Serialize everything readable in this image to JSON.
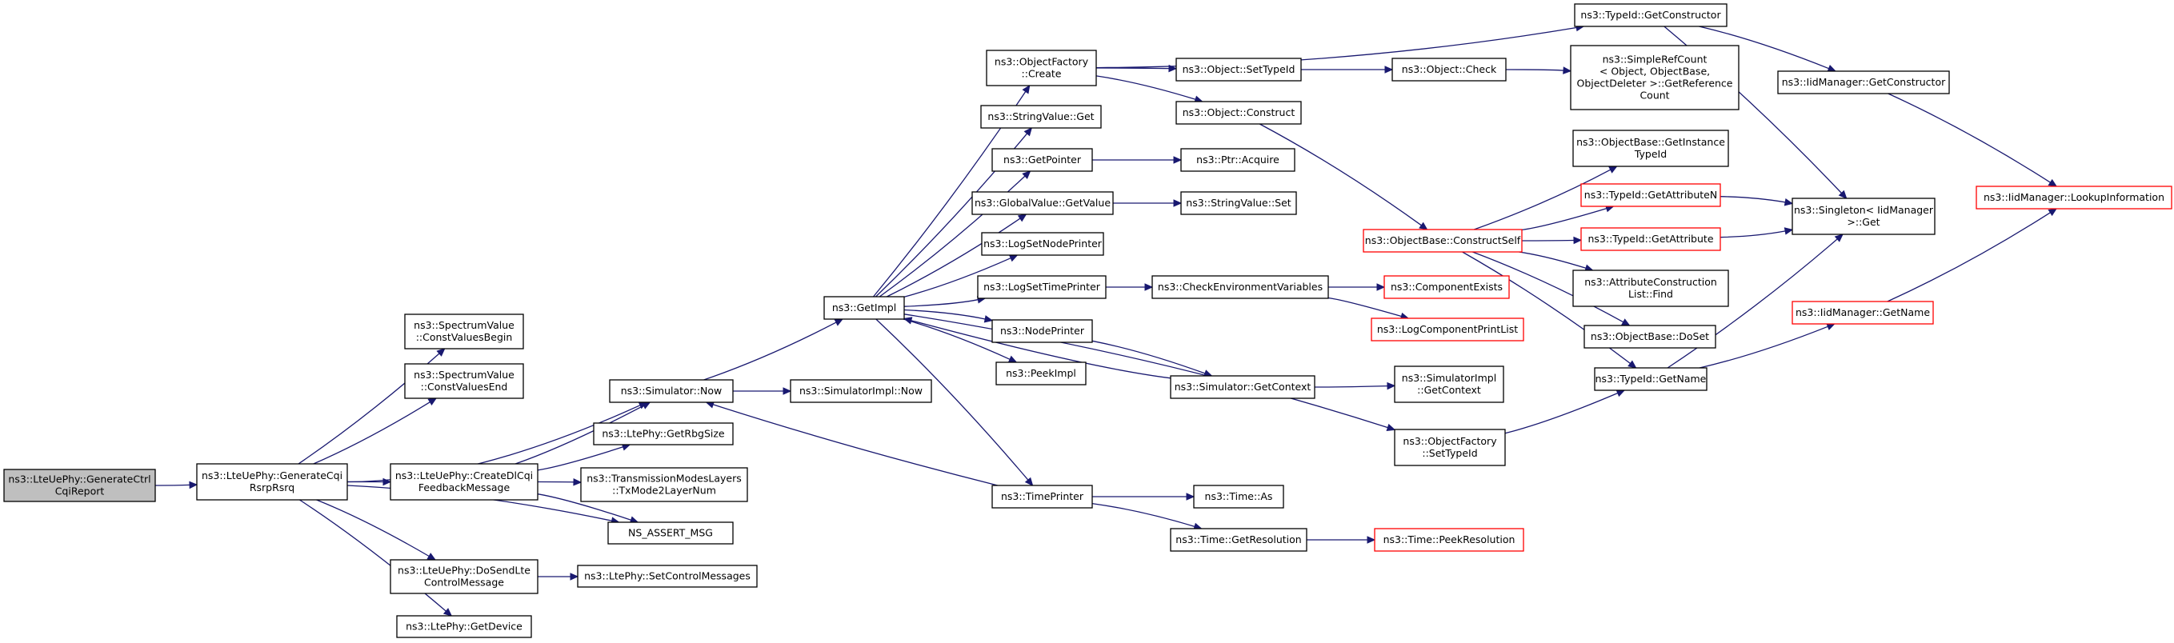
{
  "colors": {
    "edge": "#191970",
    "border_normal": "#000000",
    "border_truncated": "#ff0000",
    "fill_root": "#bfbfbf",
    "fill_normal": "#ffffff"
  },
  "nodes": {
    "root": {
      "lines": [
        "ns3::LteUePhy::GenerateCtrl",
        "CqiReport"
      ],
      "kind": "root"
    },
    "genCqi": {
      "lines": [
        "ns3::LteUePhy::GenerateCqi",
        "RsrpRsrq"
      ],
      "kind": "normal"
    },
    "svBegin": {
      "lines": [
        "ns3::SpectrumValue",
        "::ConstValuesBegin"
      ],
      "kind": "normal"
    },
    "svEnd": {
      "lines": [
        "ns3::SpectrumValue",
        "::ConstValuesEnd"
      ],
      "kind": "normal"
    },
    "createDl": {
      "lines": [
        "ns3::LteUePhy::CreateDlCqi",
        "FeedbackMessage"
      ],
      "kind": "normal"
    },
    "doSend": {
      "lines": [
        "ns3::LteUePhy::DoSendLte",
        "ControlMessage"
      ],
      "kind": "normal"
    },
    "getDevice": {
      "lines": [
        "ns3::LtePhy::GetDevice"
      ],
      "kind": "normal"
    },
    "simNow": {
      "lines": [
        "ns3::Simulator::Now"
      ],
      "kind": "normal"
    },
    "rbgSize": {
      "lines": [
        "ns3::LtePhy::GetRbgSize"
      ],
      "kind": "normal"
    },
    "txMode": {
      "lines": [
        "ns3::TransmissionModesLayers",
        "::TxMode2LayerNum"
      ],
      "kind": "normal"
    },
    "assertMsg": {
      "lines": [
        "NS_ASSERT_MSG"
      ],
      "kind": "normal"
    },
    "setCtrl": {
      "lines": [
        "ns3::LtePhy::SetControlMessages"
      ],
      "kind": "normal"
    },
    "getImpl": {
      "lines": [
        "ns3::GetImpl"
      ],
      "kind": "normal"
    },
    "simImplNow": {
      "lines": [
        "ns3::SimulatorImpl::Now"
      ],
      "kind": "normal"
    },
    "timePrinter": {
      "lines": [
        "ns3::TimePrinter"
      ],
      "kind": "normal"
    },
    "ofCreate": {
      "lines": [
        "ns3::ObjectFactory",
        "::Create"
      ],
      "kind": "normal"
    },
    "strGet": {
      "lines": [
        "ns3::StringValue::Get"
      ],
      "kind": "normal"
    },
    "getPointer": {
      "lines": [
        "ns3::GetPointer"
      ],
      "kind": "normal"
    },
    "gvGet": {
      "lines": [
        "ns3::GlobalValue::GetValue"
      ],
      "kind": "normal"
    },
    "logNode": {
      "lines": [
        "ns3::LogSetNodePrinter"
      ],
      "kind": "normal"
    },
    "logTime": {
      "lines": [
        "ns3::LogSetTimePrinter"
      ],
      "kind": "normal"
    },
    "nodePrinter": {
      "lines": [
        "ns3::NodePrinter"
      ],
      "kind": "normal"
    },
    "peekImpl": {
      "lines": [
        "ns3::PeekImpl"
      ],
      "kind": "normal"
    },
    "setTypeId": {
      "lines": [
        "ns3::Object::SetTypeId"
      ],
      "kind": "normal"
    },
    "objConstruct": {
      "lines": [
        "ns3::Object::Construct"
      ],
      "kind": "normal"
    },
    "ptrAcquire": {
      "lines": [
        "ns3::Ptr::Acquire"
      ],
      "kind": "normal"
    },
    "strSet": {
      "lines": [
        "ns3::StringValue::Set"
      ],
      "kind": "normal"
    },
    "checkEnv": {
      "lines": [
        "ns3::CheckEnvironmentVariables"
      ],
      "kind": "normal"
    },
    "simGetCtx": {
      "lines": [
        "ns3::Simulator::GetContext"
      ],
      "kind": "normal"
    },
    "timeAs": {
      "lines": [
        "ns3::Time::As"
      ],
      "kind": "normal"
    },
    "timeRes": {
      "lines": [
        "ns3::Time::GetResolution"
      ],
      "kind": "normal"
    },
    "tidGetCtor": {
      "lines": [
        "ns3::TypeId::GetConstructor"
      ],
      "kind": "normal"
    },
    "objCheck": {
      "lines": [
        "ns3::Object::Check"
      ],
      "kind": "normal"
    },
    "constructSelf": {
      "lines": [
        "ns3::ObjectBase::ConstructSelf"
      ],
      "kind": "truncated"
    },
    "compExists": {
      "lines": [
        "ns3::ComponentExists"
      ],
      "kind": "truncated"
    },
    "logCompPrint": {
      "lines": [
        "ns3::LogComponentPrintList"
      ],
      "kind": "truncated"
    },
    "simImplCtx": {
      "lines": [
        "ns3::SimulatorImpl",
        "::GetContext"
      ],
      "kind": "normal"
    },
    "ofSetTypeId": {
      "lines": [
        "ns3::ObjectFactory",
        "::SetTypeId"
      ],
      "kind": "normal"
    },
    "peekRes": {
      "lines": [
        "ns3::Time::PeekResolution"
      ],
      "kind": "truncated"
    },
    "simpleRef": {
      "lines": [
        "ns3::SimpleRefCount",
        "< Object, ObjectBase,",
        "ObjectDeleter >::GetReference",
        "Count"
      ],
      "kind": "normal"
    },
    "obInstTid": {
      "lines": [
        "ns3::ObjectBase::GetInstance",
        "TypeId"
      ],
      "kind": "normal"
    },
    "tidAttrN": {
      "lines": [
        "ns3::TypeId::GetAttributeN"
      ],
      "kind": "truncated"
    },
    "tidAttr": {
      "lines": [
        "ns3::TypeId::GetAttribute"
      ],
      "kind": "truncated"
    },
    "attrFind": {
      "lines": [
        "ns3::AttributeConstruction",
        "List::Find"
      ],
      "kind": "normal"
    },
    "obDoSet": {
      "lines": [
        "ns3::ObjectBase::DoSet"
      ],
      "kind": "normal"
    },
    "tidGetName": {
      "lines": [
        "ns3::TypeId::GetName"
      ],
      "kind": "normal"
    },
    "iidGetCtor": {
      "lines": [
        "ns3::IidManager::GetConstructor"
      ],
      "kind": "normal"
    },
    "singleton": {
      "lines": [
        "ns3::Singleton< IidManager",
        ">::Get"
      ],
      "kind": "normal"
    },
    "iidGetName": {
      "lines": [
        "ns3::IidManager::GetName"
      ],
      "kind": "truncated"
    },
    "iidLookup": {
      "lines": [
        "ns3::IidManager::LookupInformation"
      ],
      "kind": "truncated"
    }
  },
  "edges": [
    [
      "root",
      "genCqi"
    ],
    [
      "genCqi",
      "svBegin"
    ],
    [
      "genCqi",
      "svEnd"
    ],
    [
      "genCqi",
      "simNow"
    ],
    [
      "genCqi",
      "createDl"
    ],
    [
      "genCqi",
      "assertMsg"
    ],
    [
      "genCqi",
      "doSend"
    ],
    [
      "genCqi",
      "getDevice"
    ],
    [
      "createDl",
      "simNow"
    ],
    [
      "createDl",
      "rbgSize"
    ],
    [
      "createDl",
      "txMode"
    ],
    [
      "createDl",
      "assertMsg"
    ],
    [
      "doSend",
      "setCtrl"
    ],
    [
      "simNow",
      "getImpl"
    ],
    [
      "simNow",
      "simImplNow"
    ],
    [
      "getImpl",
      "ofCreate"
    ],
    [
      "getImpl",
      "strGet"
    ],
    [
      "getImpl",
      "getPointer"
    ],
    [
      "getImpl",
      "gvGet"
    ],
    [
      "getImpl",
      "logNode"
    ],
    [
      "getImpl",
      "logTime"
    ],
    [
      "getImpl",
      "nodePrinter"
    ],
    [
      "getImpl",
      "peekImpl"
    ],
    [
      "getImpl",
      "timePrinter"
    ],
    [
      "getImpl",
      "ofSetTypeId"
    ],
    [
      "ofCreate",
      "tidGetCtor"
    ],
    [
      "ofCreate",
      "setTypeId"
    ],
    [
      "ofCreate",
      "objConstruct"
    ],
    [
      "setTypeId",
      "objCheck"
    ],
    [
      "objCheck",
      "simpleRef"
    ],
    [
      "objConstruct",
      "constructSelf"
    ],
    [
      "getPointer",
      "ptrAcquire"
    ],
    [
      "gvGet",
      "strSet"
    ],
    [
      "logTime",
      "checkEnv"
    ],
    [
      "checkEnv",
      "compExists"
    ],
    [
      "checkEnv",
      "logCompPrint"
    ],
    [
      "nodePrinter",
      "simGetCtx"
    ],
    [
      "simGetCtx",
      "getImpl"
    ],
    [
      "simGetCtx",
      "simImplCtx"
    ],
    [
      "timePrinter",
      "simNow"
    ],
    [
      "timePrinter",
      "timeAs"
    ],
    [
      "timePrinter",
      "timeRes"
    ],
    [
      "timeRes",
      "peekRes"
    ],
    [
      "constructSelf",
      "obInstTid"
    ],
    [
      "constructSelf",
      "tidAttrN"
    ],
    [
      "constructSelf",
      "tidAttr"
    ],
    [
      "constructSelf",
      "attrFind"
    ],
    [
      "constructSelf",
      "obDoSet"
    ],
    [
      "constructSelf",
      "tidGetName"
    ],
    [
      "tidAttrN",
      "singleton"
    ],
    [
      "tidAttr",
      "singleton"
    ],
    [
      "tidGetCtor",
      "iidGetCtor"
    ],
    [
      "tidGetCtor",
      "singleton"
    ],
    [
      "iidGetCtor",
      "iidLookup"
    ],
    [
      "tidGetName",
      "singleton"
    ],
    [
      "tidGetName",
      "iidGetName"
    ],
    [
      "iidGetName",
      "iidLookup"
    ],
    [
      "ofSetTypeId",
      "tidGetName"
    ]
  ]
}
